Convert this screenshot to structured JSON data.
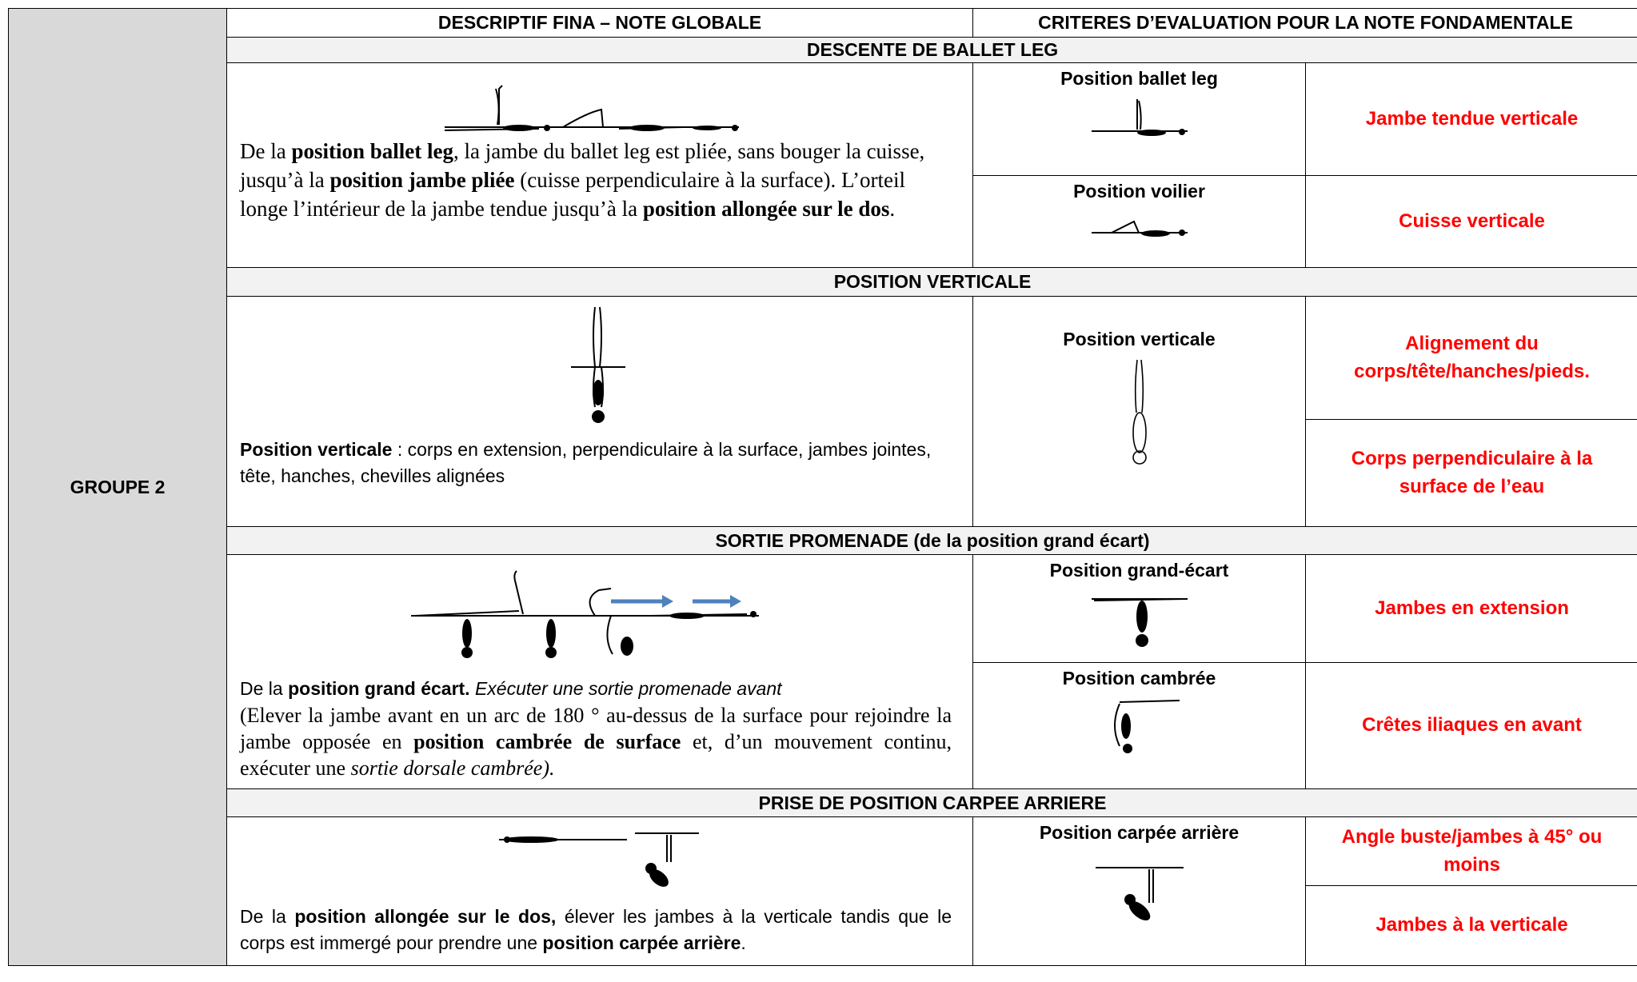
{
  "headers": {
    "col1": "DESCRIPTIF FINA – NOTE GLOBALE",
    "col2": "CRITERES D’EVALUATION POUR LA NOTE FONDAMENTALE"
  },
  "group_label": "GROUPE 2",
  "sections": {
    "s1": {
      "title": "DESCENTE DE BALLET LEG",
      "desc": {
        "p1": "De la ",
        "b1": "position ballet leg",
        "p2": ", la jambe du ballet leg est pliée, sans bouger la cuisse, jusqu’à la ",
        "b2": "position jambe pliée",
        "p3": " (cuisse perpendiculaire à la surface). L’orteil longe l’intérieur de la jambe tendue jusqu’à la ",
        "b3": "position allongée sur le dos",
        "p4": "."
      },
      "positions": [
        "Position ballet leg",
        "Position voilier"
      ],
      "criteria": [
        "Jambe tendue verticale",
        "Cuisse verticale"
      ]
    },
    "s2": {
      "title": "POSITION VERTICALE",
      "desc": {
        "b1": "Position verticale",
        "p1": " : corps en extension, perpendiculaire à la surface, jambes jointes, tête, hanches, chevilles alignées"
      },
      "positions": [
        "Position verticale"
      ],
      "criteria": [
        "Alignement du corps/tête/hanches/pieds.",
        "Corps perpendiculaire à la surface de l’eau"
      ]
    },
    "s3": {
      "title": "SORTIE PROMENADE (de la position grand écart)",
      "desc": {
        "p1": "De la ",
        "b1": "position grand écart.",
        "i1": " Exécuter une sortie promenade avant",
        "p2": "(Elever la jambe avant en un arc de 180 ° au-dessus de la surface pour rejoindre la jambe opposée en ",
        "b2": "position cambrée de surface",
        "p3": " et, d’un mouvement continu, exécuter une ",
        "i2": "sortie dorsale cambrée).",
        "p4": ""
      },
      "positions": [
        "Position grand-écart",
        "Position cambrée"
      ],
      "criteria": [
        "Jambes en extension",
        "Crêtes iliaques en avant"
      ]
    },
    "s4": {
      "title": "PRISE DE POSITION CARPEE ARRIERE",
      "desc": {
        "p1": "De la ",
        "b1": "position allongée sur le dos,",
        "p2": " élever les jambes à la verticale tandis que le corps est immergé  pour prendre une ",
        "b2": "position carpée arrière",
        "p3": "."
      },
      "positions": [
        "Position carpée arrière"
      ],
      "criteria": [
        "Angle buste/jambes à 45° ou moins",
        "Jambes à la verticale"
      ]
    }
  },
  "colors": {
    "criteria_red": "#ff0000",
    "group_gray": "#d9d9d9",
    "arrow_blue": "#4f81bd"
  }
}
